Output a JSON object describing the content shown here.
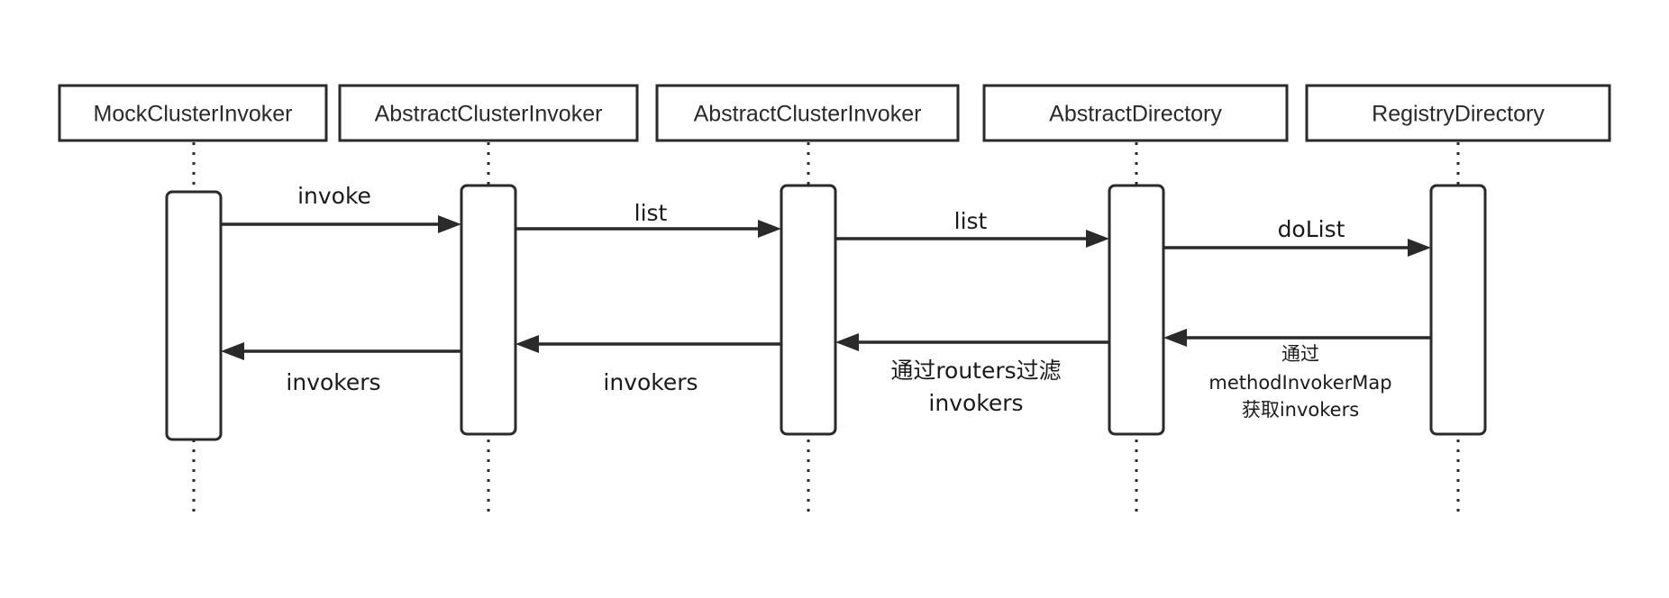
{
  "participants": [
    "MockClusterInvoker",
    "AbstractClusterInvoker",
    "AbstractClusterInvoker",
    "AbstractDirectory",
    "RegistryDirectory"
  ],
  "messages": [
    {
      "from": 0,
      "to": 1,
      "lines": [
        "invoke"
      ]
    },
    {
      "from": 1,
      "to": 2,
      "lines": [
        "list"
      ]
    },
    {
      "from": 2,
      "to": 3,
      "lines": [
        "list"
      ]
    },
    {
      "from": 3,
      "to": 4,
      "lines": [
        "doList"
      ]
    },
    {
      "from": 4,
      "to": 3,
      "lines": [
        "通过",
        "methodInvokerMap",
        "获取invokers"
      ]
    },
    {
      "from": 3,
      "to": 2,
      "lines": [
        "通过routers过滤",
        "invokers"
      ]
    },
    {
      "from": 2,
      "to": 1,
      "lines": [
        "invokers"
      ]
    },
    {
      "from": 1,
      "to": 0,
      "lines": [
        "invokers"
      ]
    }
  ],
  "colors": {
    "stroke": "#2a2a2a",
    "text": "#1a1a1a",
    "background": "#ffffff"
  }
}
